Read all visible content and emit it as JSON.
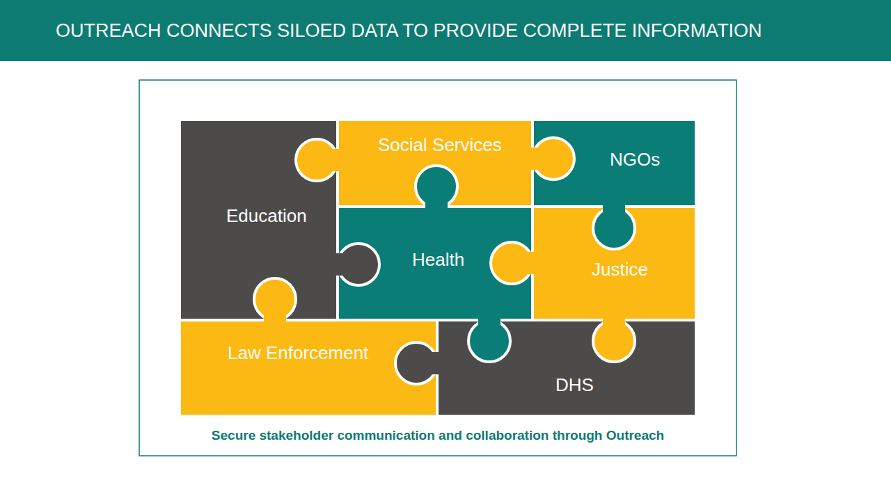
{
  "diagram": {
    "title": "OUTREACH CONNECTS SILOED DATA TO PROVIDE COMPLETE INFORMATION",
    "caption": "Secure stakeholder communication and collaboration through Outreach",
    "nodes": [
      {
        "text": [
          "Education"
        ]
      },
      {
        "text": [
          "Social Services"
        ]
      },
      {
        "text": [
          "NGOs"
        ]
      },
      {
        "text": [
          "Health"
        ]
      },
      {
        "text": [
          "Justice"
        ]
      },
      {
        "text": [
          "Law Enforcement"
        ]
      },
      {
        "text": [
          "DHS"
        ]
      }
    ]
  }
}
